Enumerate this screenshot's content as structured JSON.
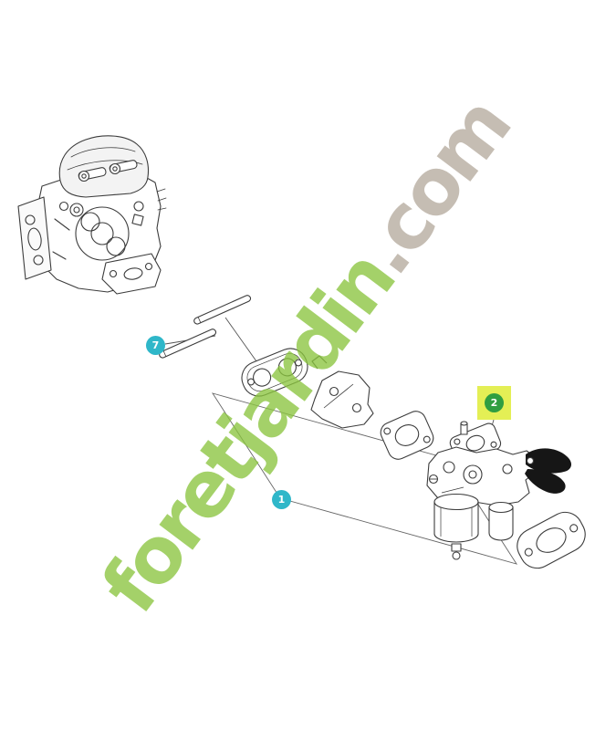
{
  "page": {
    "background_color": "#ffffff"
  },
  "watermark": {
    "green_text": "foretjardin",
    "gray_text": ".com",
    "green_color": "#8bc53f",
    "gray_color": "#b6ab9e"
  },
  "callouts": {
    "items": [
      {
        "label": "7",
        "color": "#2fb7c9"
      },
      {
        "label": "1",
        "color": "#2fb7c9"
      },
      {
        "label": "2",
        "color": "#2f9e41",
        "highlight_color": "#e4ef55"
      }
    ]
  },
  "diagram": {
    "line_color": "#3c3c3c",
    "parts": [
      "cylinder-head",
      "push-rods",
      "exhaust-gasket",
      "heat-shield",
      "carburetor-gasket",
      "carburetor",
      "manifold-gasket"
    ]
  }
}
